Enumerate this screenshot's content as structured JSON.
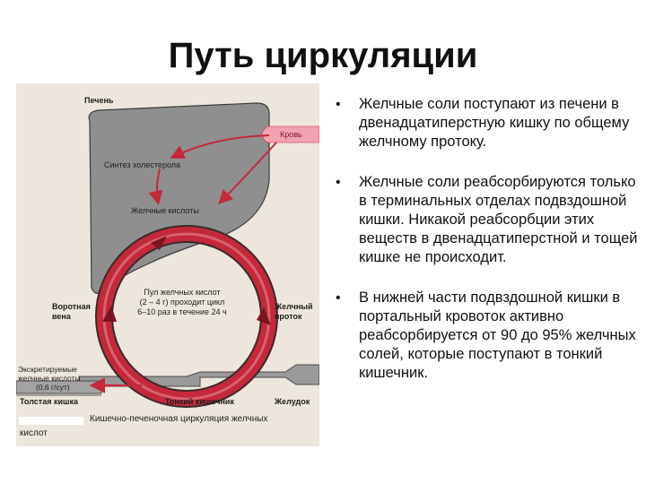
{
  "slide": {
    "title": "Путь циркуляции"
  },
  "diagram": {
    "labels": {
      "liver": "Печень",
      "blood": "Кровь",
      "cholesterol_synthesis": "Синтез холестерола",
      "bile_acids": "Желчные кислоты",
      "pool_line1": "Пул желчных кислот",
      "pool_line2": "(2 – 4 г) проходит цикл",
      "pool_line3": "6–10 раз в течение 24 ч",
      "portal_line1": "Воротная",
      "portal_line2": "вена",
      "bile_duct_line1": "Желчный",
      "bile_duct_line2": "проток",
      "excreted_line1": "Экскретируемые",
      "excreted_line2": "желчные кислоты",
      "excreted_line3": "(0,6 г/сут)",
      "colon": "Толстая кишка",
      "small_intestine": "Тонкий кишечник",
      "stomach": "Желудок",
      "caption_line1": "Кишечно-печеночная циркуляция желчных",
      "caption_line2": "кислот"
    },
    "colors": {
      "liver_fill": "#8f8f8f",
      "circulation_red": "#c4283a",
      "blood_pink": "#f2a3b3",
      "background": "#ece6dc"
    }
  },
  "bullets": [
    "Желчные соли поступают из печени в двенадцатиперстную кишку по общему желчному протоку.",
    "Желчные соли реабсорбируются только в терминальных отделах подвздошной кишки. Никакой реабсорбции этих веществ в двенадцатиперстной и тощей кишке не происходит.",
    "В нижней части подвздошной кишки в портальный кровоток активно реабсорбируется от 90 до 95% желчных солей, которые поступают в тонкий кишечник."
  ]
}
